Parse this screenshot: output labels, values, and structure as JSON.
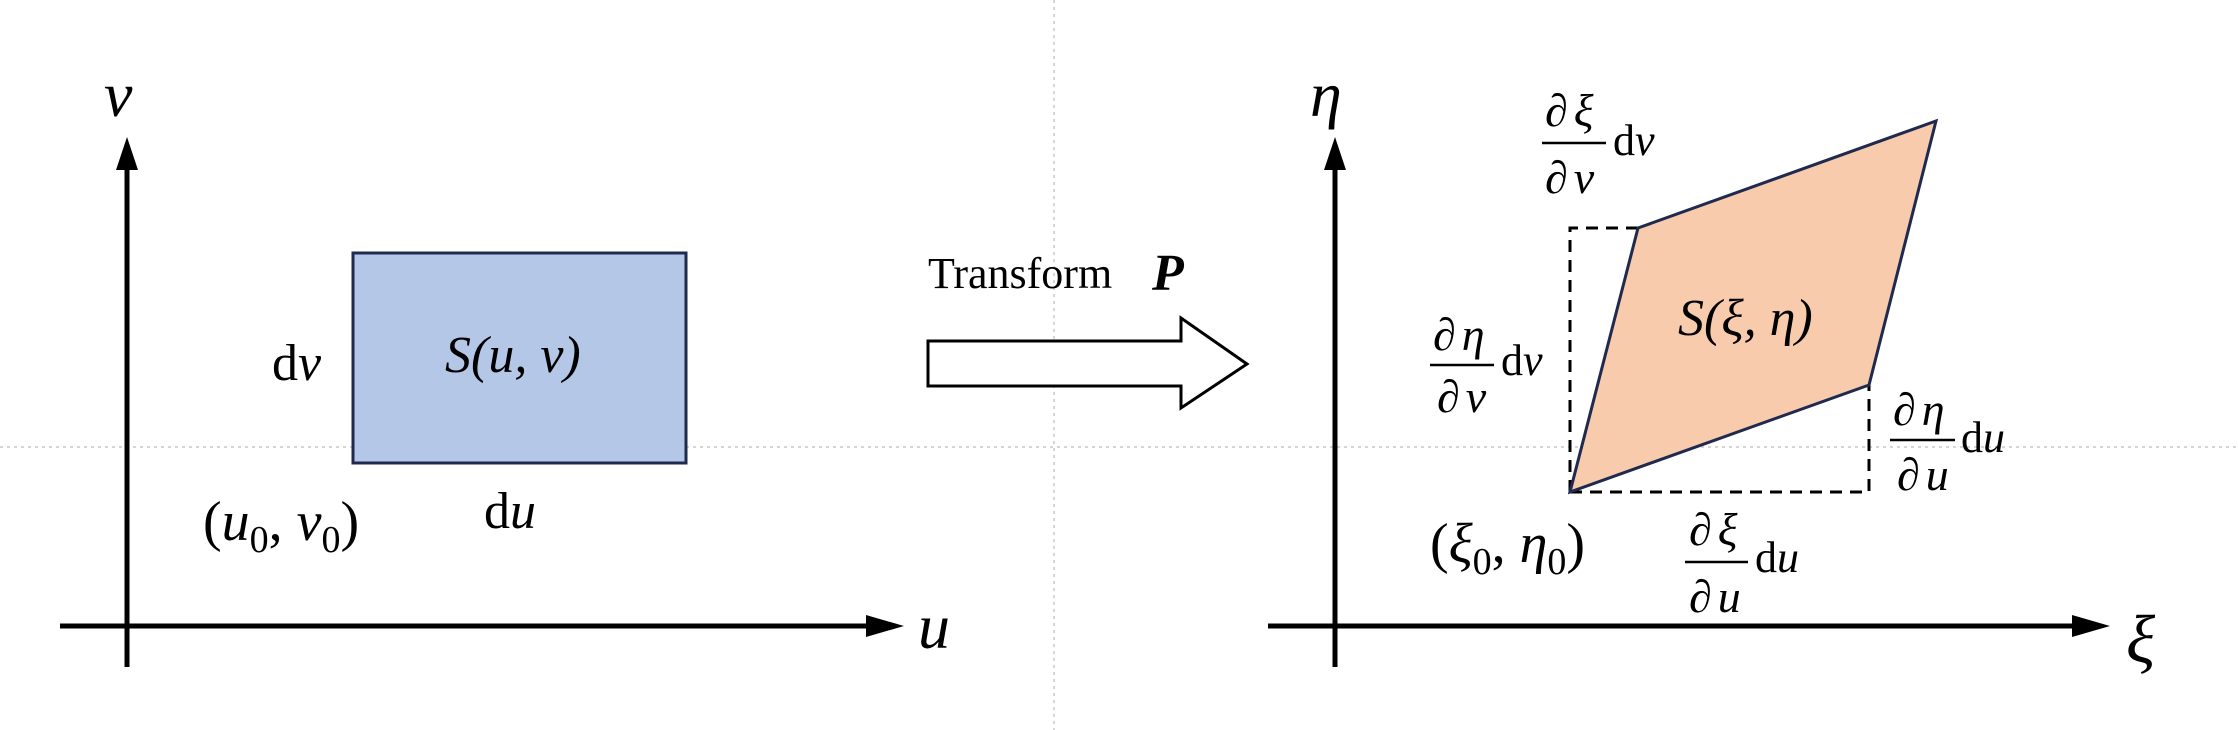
{
  "colors": {
    "rect_fill": "#b4c7e7",
    "rect_stroke": "#1f2a4e",
    "para_fill": "#f8cbad",
    "para_stroke": "#1f2a4e",
    "axis": "#000000"
  },
  "left_panel": {
    "x_axis_label": "u",
    "y_axis_label": "v",
    "region_label": "S(u, v)",
    "width_label": {
      "d": "d",
      "var": "u"
    },
    "height_label": {
      "d": "d",
      "var": "v"
    },
    "origin_label": {
      "open": "(",
      "a": "u",
      "a_sub": "0",
      "sep": ", ",
      "b": "v",
      "b_sub": "0",
      "close": ")"
    }
  },
  "arrow": {
    "label": "Transform",
    "symbol": "P"
  },
  "right_panel": {
    "x_axis_label": "ξ",
    "y_axis_label": "η",
    "region_label": "S(ξ, η)",
    "origin_label": {
      "open": "(",
      "a": "ξ",
      "a_sub": "0",
      "sep": ", ",
      "b": "η",
      "b_sub": "0",
      "close": ")"
    },
    "partial_xi_v": {
      "num_d": "∂",
      "num_var": "ξ",
      "den_d": "∂",
      "den_var": "v",
      "diff": "d",
      "diff_var": "v"
    },
    "partial_eta_v": {
      "num_d": "∂",
      "num_var": "η",
      "den_d": "∂",
      "den_var": "v",
      "diff": "d",
      "diff_var": "v"
    },
    "partial_eta_u": {
      "num_d": "∂",
      "num_var": "η",
      "den_d": "∂",
      "den_var": "u",
      "diff": "d",
      "diff_var": "u"
    },
    "partial_xi_u": {
      "num_d": "∂",
      "num_var": "ξ",
      "den_d": "∂",
      "den_var": "u",
      "diff": "d",
      "diff_var": "u"
    }
  }
}
